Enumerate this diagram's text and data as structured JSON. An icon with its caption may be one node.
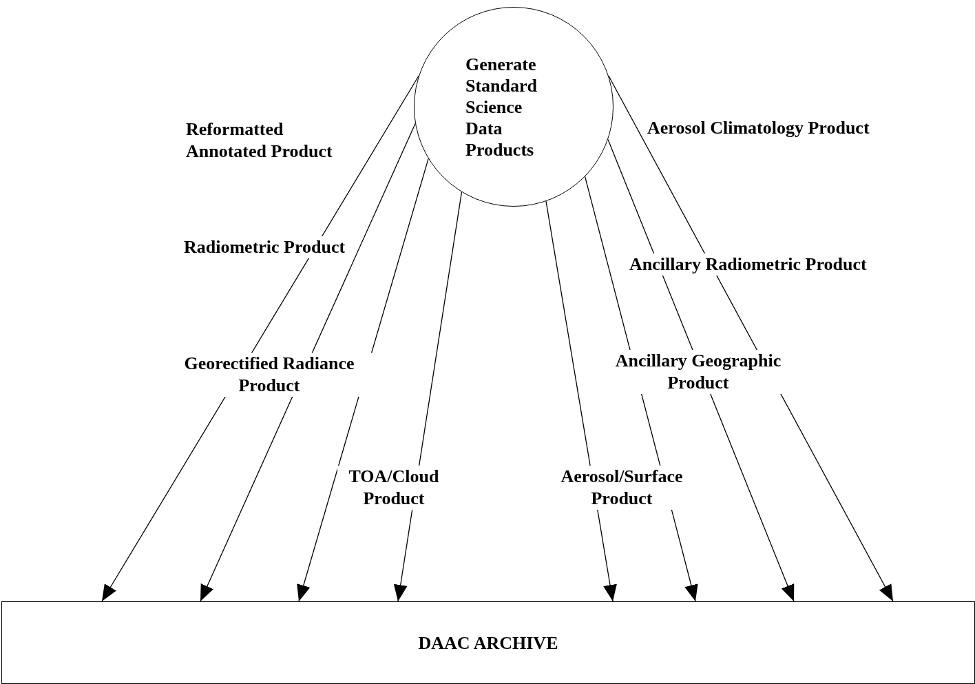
{
  "diagram": {
    "nodes": [
      {
        "text": [
          "Generate Standard Science Data Products"
        ]
      },
      {
        "text": [
          "DAAC ARCHIVE"
        ]
      }
    ],
    "edges": [
      {
        "from": 0,
        "to": 1,
        "arrow": "to",
        "label": "Reformatted Annotated Product"
      },
      {
        "from": 0,
        "to": 1,
        "arrow": "to",
        "label": "Radiometric Product"
      },
      {
        "from": 0,
        "to": 1,
        "arrow": "to",
        "label": "Georectified Radiance Product"
      },
      {
        "from": 0,
        "to": 1,
        "arrow": "to",
        "label": "TOA/Cloud Product"
      },
      {
        "from": 0,
        "to": 1,
        "arrow": "to",
        "label": "Aerosol/Surface Product"
      },
      {
        "from": 0,
        "to": 1,
        "arrow": "to",
        "label": "Ancillary Geographic Product"
      },
      {
        "from": 0,
        "to": 1,
        "arrow": "to",
        "label": "Ancillary Radiometric Product"
      },
      {
        "from": 0,
        "to": 1,
        "arrow": "to",
        "label": "Aerosol Climatology Product"
      }
    ]
  }
}
